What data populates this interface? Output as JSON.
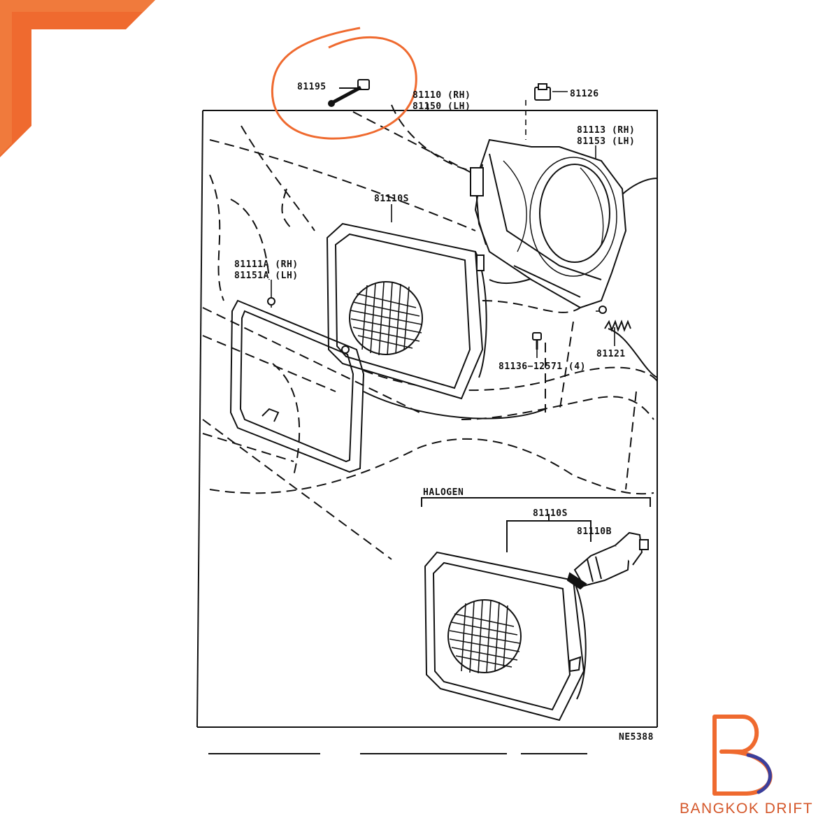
{
  "colors": {
    "accent": "#ef6a2f",
    "accent_dark": "#d4572a",
    "brand_purple": "#3b3f9c",
    "ink": "#111111"
  },
  "labels": {
    "p81195": "81195",
    "p81110_rh": "81110 (RH)",
    "p81150_lh": "81150 (LH)",
    "p81126": "81126",
    "p81113_rh": "81113 (RH)",
    "p81153_lh": "81153 (LH)",
    "p81110s_top": "81110S",
    "p81111a_rh": "81111A (RH)",
    "p81151a_lh": "81151A (LH)",
    "p81121": "81121",
    "p81136": "81136−12571 (4)",
    "halogen": "HALOGEN",
    "p81110s_halogen": "81110S",
    "p81110b": "81110B",
    "ref_code": "NE5388"
  },
  "brand": {
    "name": "BANGKOK DRIFT",
    "logo_icon": "bd-logo-icon"
  }
}
